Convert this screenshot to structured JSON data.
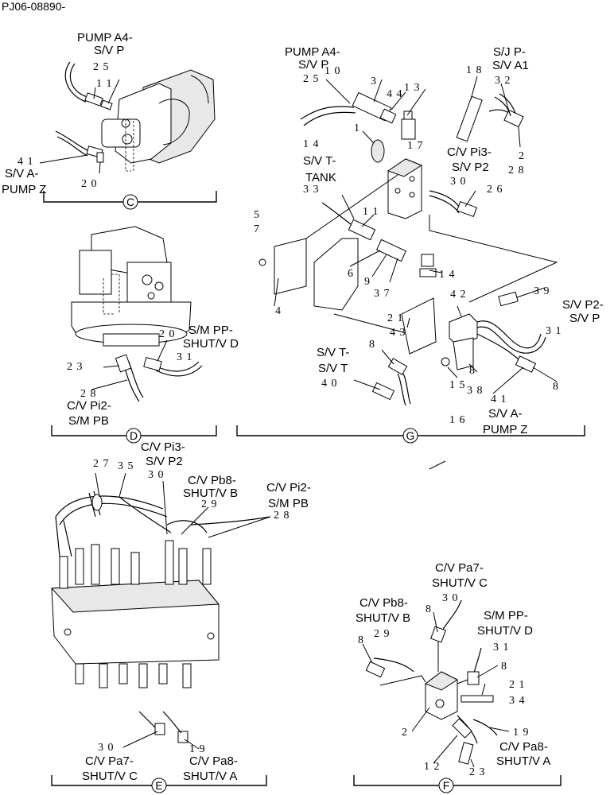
{
  "header": {
    "code": "PJ06-08890-"
  },
  "views": [
    {
      "id": "C",
      "labels": [
        "PUMP A4-",
        "S/V P",
        "S/V A-",
        "PUMP Z"
      ],
      "numbers": [
        "2 5",
        "1 1",
        "4 1",
        "2 0"
      ]
    },
    {
      "id": "D",
      "labels": [
        "S/M PP-",
        "SHUT/V D",
        "C/V Pi2-",
        "S/M PB"
      ],
      "numbers": [
        "2 0",
        "3 1",
        "2 3",
        "2 8"
      ]
    },
    {
      "id": "G",
      "labels": [
        "PUMP A4-",
        "S/V P",
        "S/J P-",
        "S/V A1",
        "C/V Pi3-",
        "S/V P2",
        "S/V T-",
        "TANK",
        "S/V P2-",
        "S/V P",
        "S/V T-",
        "S/V T",
        "S/V A-",
        "PUMP Z"
      ],
      "numbers": [
        "2 5",
        "1 0",
        "3",
        "4 4",
        "1 3",
        "1 8",
        "3 2",
        "1",
        "1 7",
        "1 4",
        "3 3",
        "3 0",
        "2 6",
        "2",
        "2 8",
        "1 1",
        "5",
        "7",
        "6",
        "9",
        "3 7",
        "1 4",
        "4",
        "4 2",
        "3 9",
        "2 1",
        "4 3",
        "3 1",
        "8",
        "4 0",
        "1 5",
        "1 6",
        "3 8",
        "4 1",
        "8"
      ]
    },
    {
      "id": "E",
      "labels": [
        "C/V Pi3-",
        "S/V P2",
        "C/V Pb8-",
        "SHUT/V B",
        "C/V Pi2-",
        "S/M PB",
        "C/V Pa7-",
        "SHUT/V C",
        "C/V Pa8-",
        "SHUT/V A"
      ],
      "numbers": [
        "2 7",
        "3 5",
        "3 0",
        "2 9",
        "2 8",
        "3 0",
        "1 9"
      ]
    },
    {
      "id": "F",
      "labels": [
        "C/V Pa7-",
        "SHUT/V C",
        "C/V Pb8-",
        "SHUT/V B",
        "S/M PP-",
        "SHUT/V D",
        "C/V Pa8-",
        "SHUT/V A"
      ],
      "numbers": [
        "3 0",
        "8",
        "8",
        "2 9",
        "3 1",
        "8",
        "2 1",
        "3 4",
        "2",
        "1 9",
        "1 2",
        "2 3"
      ]
    }
  ]
}
